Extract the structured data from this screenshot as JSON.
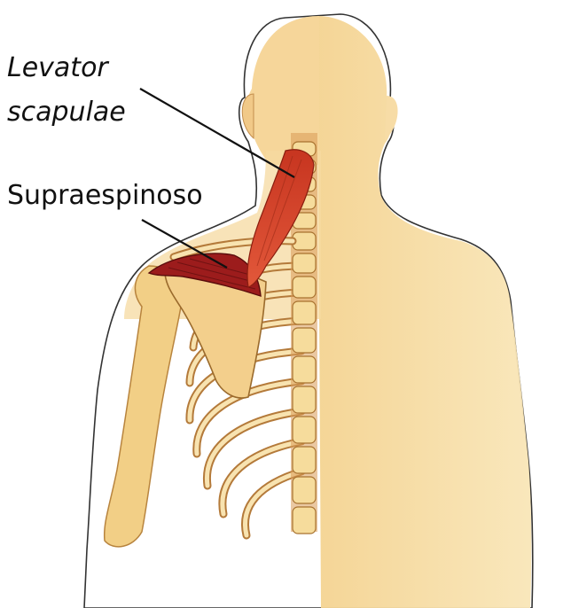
{
  "labels": {
    "levator_line1": "Levator",
    "levator_line2": "scapulae",
    "supraespinoso": "Supraespinoso"
  },
  "colors": {
    "skin_light": "#f7dfa6",
    "skin_mid": "#f0c780",
    "bone": "#f6dc9c",
    "bone_shadow": "#c98e4c",
    "muscle_levator": "#d9482a",
    "muscle_supra": "#9c1c1c",
    "outline": "#2a2a2a"
  },
  "icons": {
    "figure": "human-back-anatomy-illustration"
  }
}
